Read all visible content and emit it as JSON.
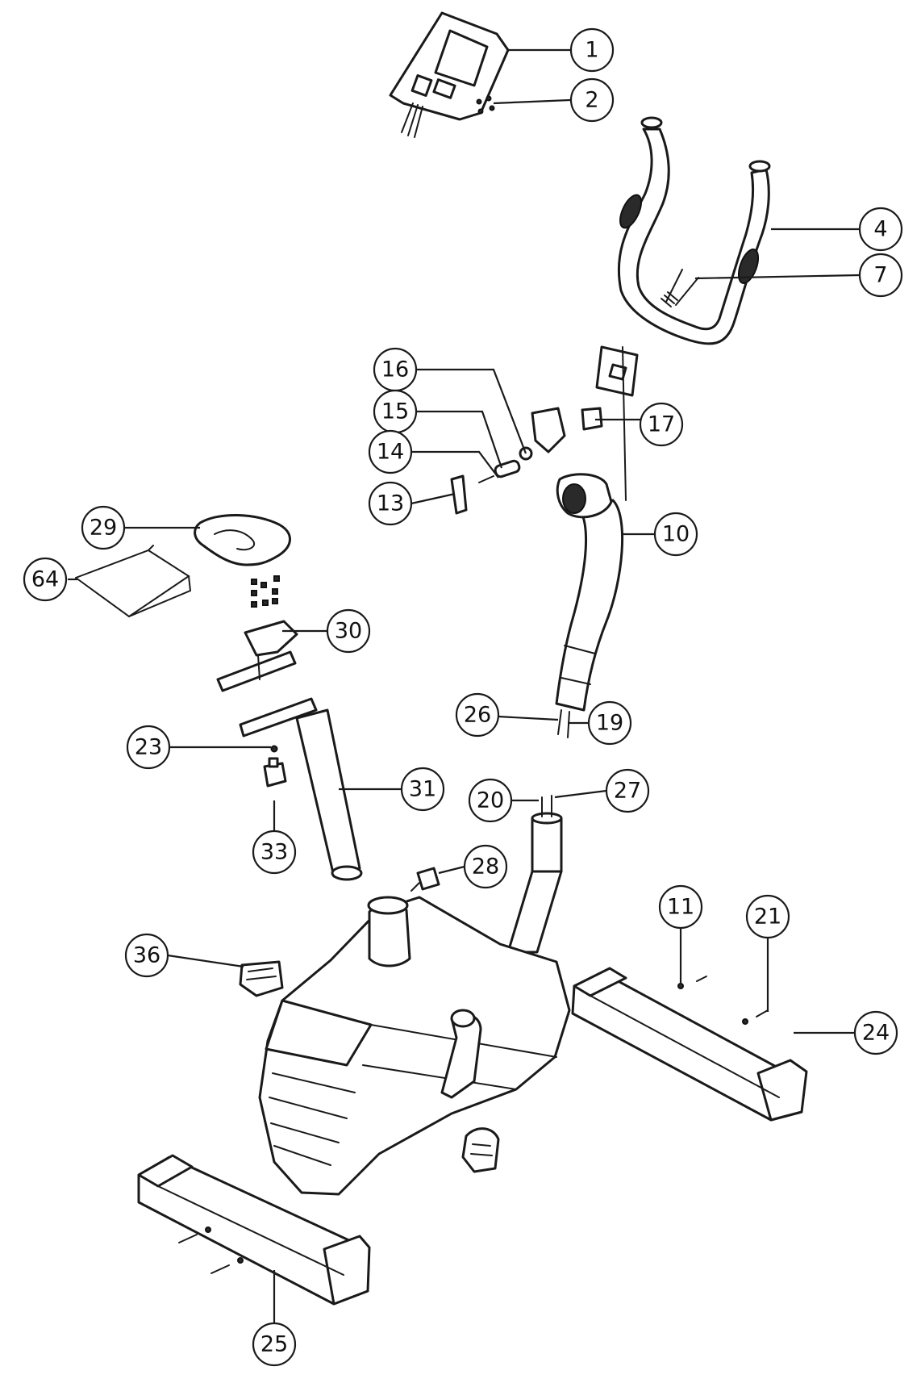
{
  "callouts": [
    {
      "id": "c1",
      "label": "1"
    },
    {
      "id": "c2",
      "label": "2"
    },
    {
      "id": "c4",
      "label": "4"
    },
    {
      "id": "c7",
      "label": "7"
    },
    {
      "id": "c16",
      "label": "16"
    },
    {
      "id": "c15",
      "label": "15"
    },
    {
      "id": "c17",
      "label": "17"
    },
    {
      "id": "c14",
      "label": "14"
    },
    {
      "id": "c13",
      "label": "13"
    },
    {
      "id": "c10",
      "label": "10"
    },
    {
      "id": "c29",
      "label": "29"
    },
    {
      "id": "c64",
      "label": "64"
    },
    {
      "id": "c30",
      "label": "30"
    },
    {
      "id": "c26",
      "label": "26"
    },
    {
      "id": "c19",
      "label": "19"
    },
    {
      "id": "c23",
      "label": "23"
    },
    {
      "id": "c31",
      "label": "31"
    },
    {
      "id": "c20",
      "label": "20"
    },
    {
      "id": "c27",
      "label": "27"
    },
    {
      "id": "c33",
      "label": "33"
    },
    {
      "id": "c28",
      "label": "28"
    },
    {
      "id": "c11",
      "label": "11"
    },
    {
      "id": "c21",
      "label": "21"
    },
    {
      "id": "c36",
      "label": "36"
    },
    {
      "id": "c24",
      "label": "24"
    },
    {
      "id": "c25",
      "label": "25"
    }
  ]
}
